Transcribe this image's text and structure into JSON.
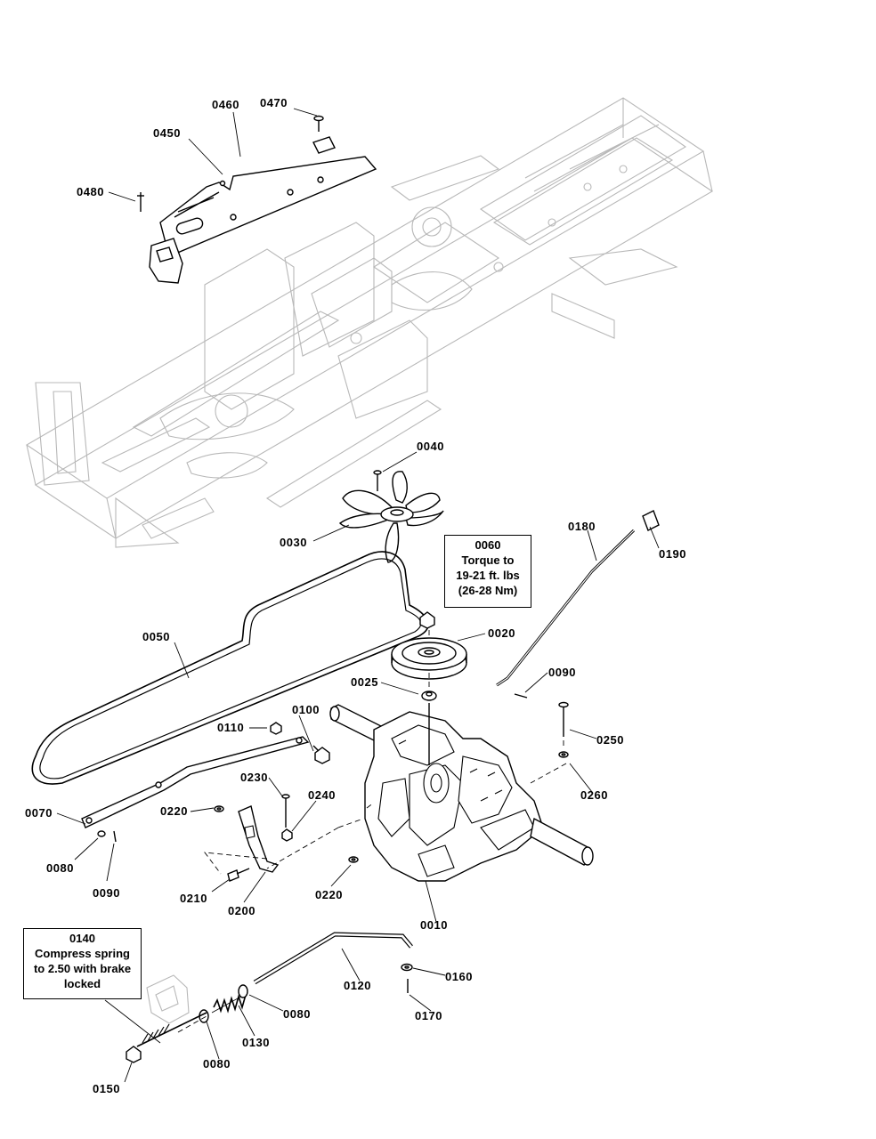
{
  "labels": {
    "p0460": "0460",
    "p0470": "0470",
    "p0450": "0450",
    "p0480": "0480",
    "p0040": "0040",
    "p0030": "0030",
    "p0180": "0180",
    "p0190": "0190",
    "p0050": "0050",
    "p0020": "0020",
    "p0025": "0025",
    "p0090a": "0090",
    "p0100": "0100",
    "p0110": "0110",
    "p0250": "0250",
    "p0230": "0230",
    "p0240": "0240",
    "p0220a": "0220",
    "p0260": "0260",
    "p0070": "0070",
    "p0080a": "0080",
    "p0090b": "0090",
    "p0210": "0210",
    "p0200": "0200",
    "p0220b": "0220",
    "p0010": "0010",
    "p0160": "0160",
    "p0120": "0120",
    "p0170": "0170",
    "p0080b": "0080",
    "p0130": "0130",
    "p0080c": "0080",
    "p0150": "0150"
  },
  "callouts": {
    "torque": {
      "part": "0060",
      "lines": [
        "Torque to",
        "19-21 ft. lbs",
        "(26-28 Nm)"
      ]
    },
    "spring": {
      "part": "0140",
      "lines": [
        "Compress spring",
        "to 2.50 with brake",
        "locked"
      ]
    }
  }
}
